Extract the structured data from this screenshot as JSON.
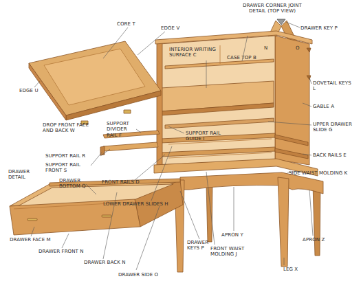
{
  "diagram": {
    "labels": [
      "DRAWER CORNER JOINT DETAIL (TOP VIEW)",
      "CORE T",
      "EDGE V",
      "DRAWER KEY P",
      "N",
      "O",
      "INTERIOR WRITING SURFACE C",
      "CASE TOP B",
      "DOVETAIL KEYS L",
      "EDGE U",
      "GABLE A",
      "DROP FRONT FACE AND BACK W",
      "SUPPORT DIVIDER RAIL F",
      "UPPER DRAWER SLIDE G",
      "SUPPORT RAIL GUIDE I",
      "SUPPORT RAIL R",
      "SUPPORT RAIL FRONT S",
      "BACK RAILS E",
      "DRAWER DETAIL",
      "SIDE WAIST MOLDING K",
      "FRONT RAILS D",
      "DRAWER BOTTOM Q",
      "LOWER DRAWER SLIDES H",
      "APRON Y",
      "DRAWER FACE M",
      "APRON Z",
      "DRAWER KEYS P",
      "FRONT WAIST MOLDING J",
      "DRAWER FRONT N",
      "DRAWER BACK N",
      "LEG X",
      "DRAWER SIDE O"
    ]
  }
}
